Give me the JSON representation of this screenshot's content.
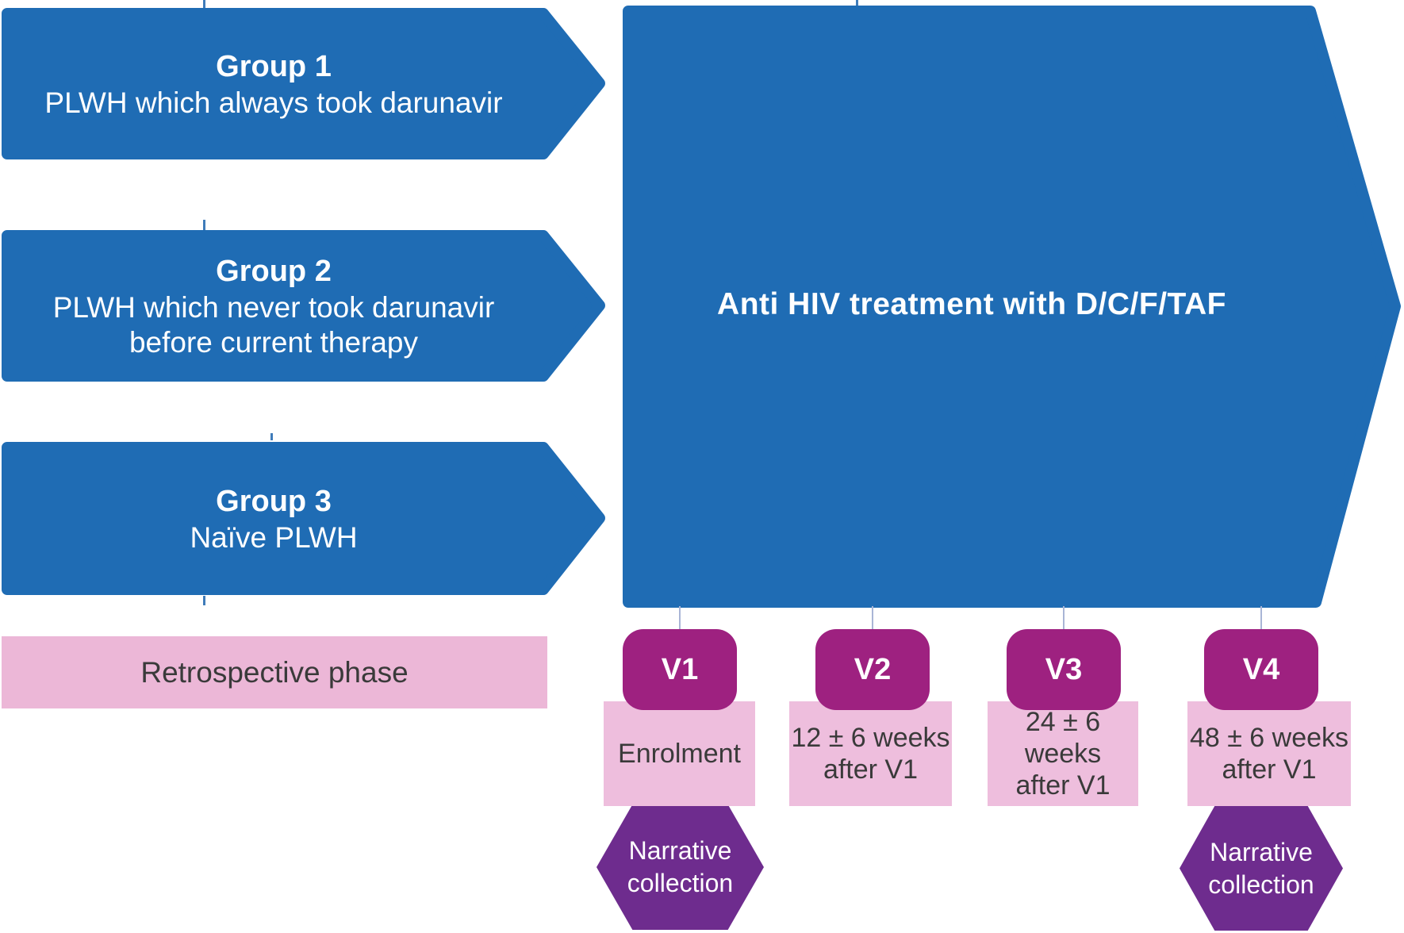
{
  "figure": {
    "groups": [
      {
        "title": "Group 1",
        "line1": "PLWH which always took darunavir",
        "line2": ""
      },
      {
        "title": "Group 2",
        "line1": "PLWH which never took darunavir",
        "line2": "before current therapy"
      },
      {
        "title": "Group 3",
        "line1": "Naïve PLWH",
        "line2": ""
      }
    ],
    "treatment": {
      "label": "Anti HIV treatment with D/C/F/TAF"
    },
    "retrospective": {
      "label": "Retrospective phase"
    },
    "visits": [
      {
        "id": "V1",
        "timing_line1": "Enrolment",
        "timing_line2": ""
      },
      {
        "id": "V2",
        "timing_line1": "12 ± 6 weeks",
        "timing_line2": "after V1"
      },
      {
        "id": "V3",
        "timing_line1": "24 ± 6 weeks",
        "timing_line2": "after V1"
      },
      {
        "id": "V4",
        "timing_line1": "48 ± 6 weeks",
        "timing_line2": "after V1"
      }
    ],
    "narrative": {
      "line1": "Narrative",
      "line2": "collection"
    },
    "colors": {
      "blue": "#1f6cb4",
      "visit_purple": "#9e2180",
      "hexagon_purple": "#6e2c8e",
      "pink_bar": "#ecb7d7",
      "pink_box": "#eebedd",
      "dark_text": "#3a3a3a"
    }
  }
}
